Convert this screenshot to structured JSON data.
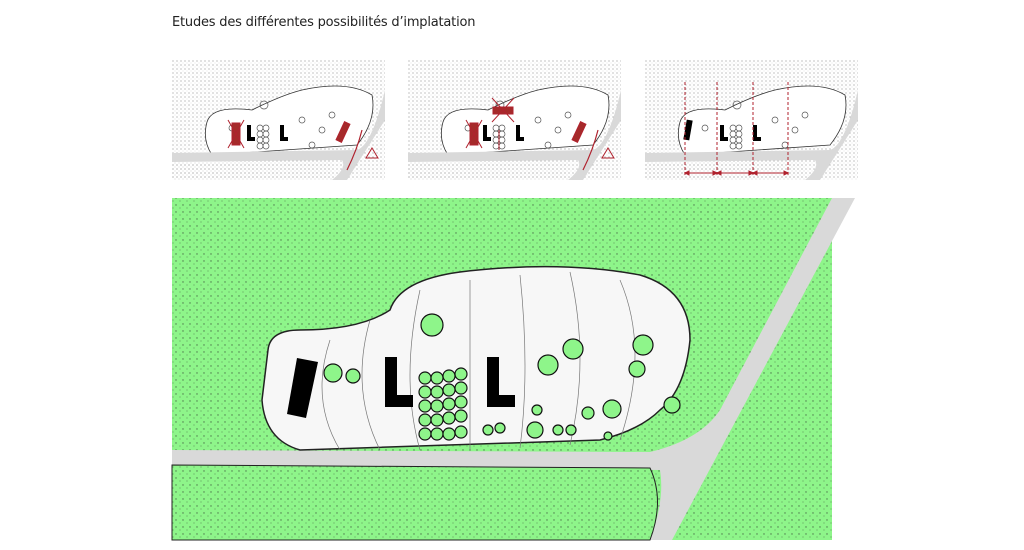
{
  "title": "Etudes des différentes possibilités d’implatation",
  "colors": {
    "vegetation": "#8ef58a",
    "road": "#d9d9d9",
    "building": "#000000",
    "annotation": "#b0222e"
  },
  "studies": [
    {
      "name": "option-1-rejected"
    },
    {
      "name": "option-2-rejected"
    },
    {
      "name": "option-3-retained"
    }
  ]
}
